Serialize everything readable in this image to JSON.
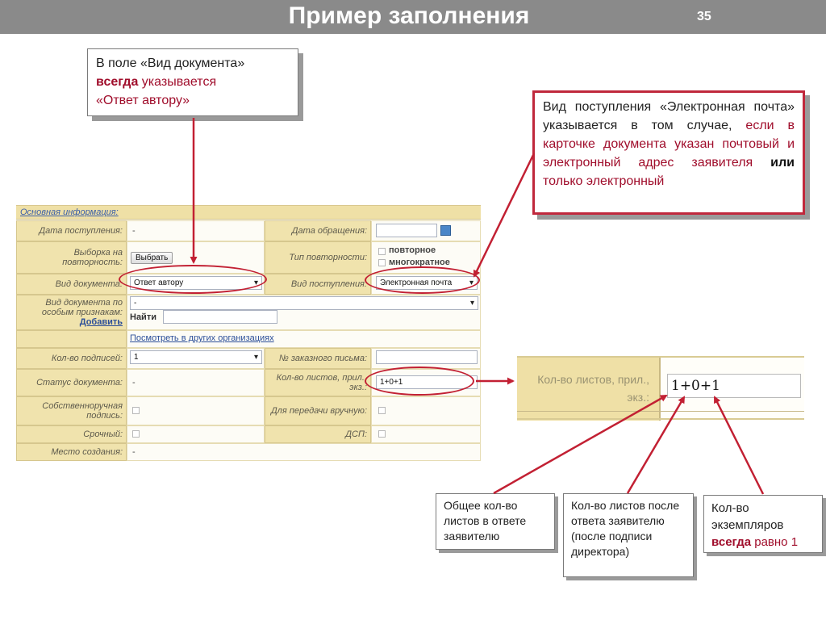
{
  "header": {
    "title": "Пример заполнения",
    "slide_number": "35"
  },
  "callouts": {
    "doc_type": {
      "line1": "В поле «Вид документа»",
      "always": "всегда",
      "line2_rest": "указывается",
      "line3": "«Ответ автору»"
    },
    "email": {
      "line1": "Вид поступления «Электронная почта» указывается в том случае,",
      "red1": "если в карточке документа указан почтовый и электронный адрес заявителя",
      "or": "или",
      "red2": "только электронный"
    },
    "total_sheets": "Общее кол-во листов в ответе заявителю",
    "after_sheets": "Кол-во листов после ответа заявителю (после подписи директора)",
    "copies": {
      "line1": "Кол-во экземпляров",
      "always": "всегда",
      "rest": "равно 1"
    }
  },
  "form": {
    "section_title": "Основная информация:",
    "rows": {
      "receipt_date_label": "Дата поступления:",
      "receipt_date_value": "-",
      "request_date_label": "Дата обращения:",
      "repeat_sample_label": "Выборка на повторность:",
      "select_button": "Выбрать",
      "repeat_type_label": "Тип повторности:",
      "repeat_option_1": "повторное",
      "repeat_option_2": "многократное",
      "doc_type_label": "Вид документа:",
      "doc_type_value": "Ответ автору",
      "receipt_kind_label": "Вид поступления:",
      "receipt_kind_value": "Электронная почта",
      "special_doc_label": "Вид документа по особым признакам:",
      "special_doc_add": "Добавить",
      "special_doc_value": "-",
      "find_label": "Найти",
      "other_orgs_link": "Посмотреть в других организациях",
      "signatures_label": "Кол-во подписей:",
      "signatures_value": "1",
      "registered_letter_label": "№ заказного письма:",
      "doc_status_label": "Статус документа:",
      "doc_status_value": "-",
      "sheets_label": "Кол-во листов, прил., экз.:",
      "sheets_value": "1+0+1",
      "handwritten_label": "Собственноручная подпись:",
      "manual_transfer_label": "Для передачи вручную:",
      "urgent_label": "Срочный:",
      "dsp_label": "ДСП:",
      "creation_place_label": "Место создания:",
      "creation_place_value": "-"
    }
  },
  "zoom": {
    "label": "Кол-во листов, прил., экз.:",
    "value": "1+0+1"
  },
  "colors": {
    "header_bg": "#8a8a8a",
    "accent_red": "#c0283c",
    "form_label_bg": "#f0e3ad"
  }
}
